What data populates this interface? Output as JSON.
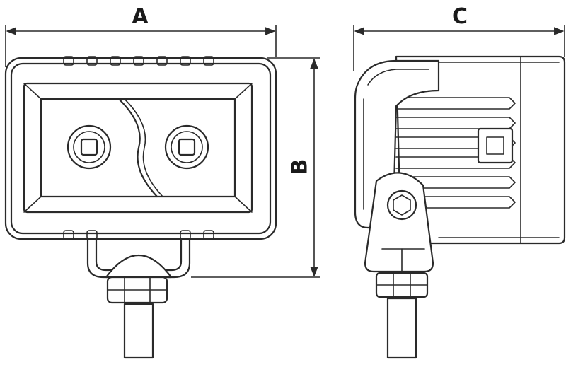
{
  "dimensions": {
    "width": {
      "label": "A"
    },
    "height": {
      "label": "B"
    },
    "depth": {
      "label": "C"
    }
  },
  "colors": {
    "line": "#2a2a2a",
    "background": "#ffffff"
  }
}
